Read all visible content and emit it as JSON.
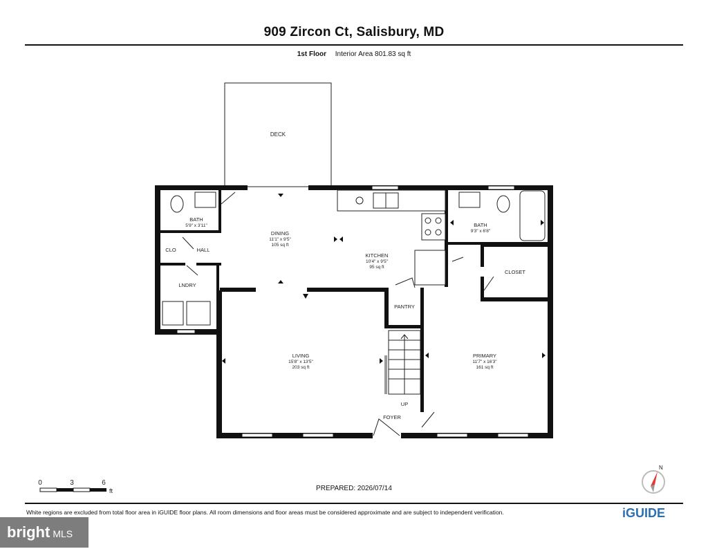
{
  "header": {
    "title": "909 Zircon Ct, Salisbury, MD",
    "floor": "1st Floor",
    "interior_area": "Interior Area 801.83 sq ft"
  },
  "rooms": {
    "deck": {
      "name": "DECK"
    },
    "bath1": {
      "name": "BATH",
      "dims": "5'9\" x 3'11\""
    },
    "dining": {
      "name": "DINING",
      "dims": "11'1\" x 9'5\"",
      "area": "105 sq ft"
    },
    "kitchen": {
      "name": "KITCHEN",
      "dims": "10'4\" x 9'5\"",
      "area": "95 sq ft"
    },
    "bath2": {
      "name": "BATH",
      "dims": "9'3\" x 6'8\""
    },
    "clo": {
      "name": "CLO"
    },
    "hall": {
      "name": "HALL"
    },
    "closet": {
      "name": "CLOSET"
    },
    "laundry": {
      "name": "LNDRY"
    },
    "pantry": {
      "name": "PANTRY"
    },
    "living": {
      "name": "LIVING",
      "dims": "15'8\" x 13'5\"",
      "area": "203 sq ft"
    },
    "primary": {
      "name": "PRIMARY",
      "dims": "11'7\" x 16'3\"",
      "area": "161 sq ft"
    },
    "stairs": {
      "name": "UP"
    },
    "foyer": {
      "name": "FOYER"
    }
  },
  "scale_bar": {
    "labels": [
      "0",
      "3",
      "6"
    ],
    "unit": "ft"
  },
  "footer": {
    "prepared": "PREPARED: 2026/07/14",
    "disclaimer": "White regions are excluded from total floor area in iGUIDE floor plans. All room dimensions and floor areas must be considered approximate and are subject to independent verification.",
    "brand": "iGUIDE",
    "watermark_main": "bright",
    "watermark_sub": "MLS",
    "compass_label": "N"
  },
  "colors": {
    "wall": "#111111",
    "brand": "#2a6fb4",
    "compass_arrow": "#e53935"
  }
}
